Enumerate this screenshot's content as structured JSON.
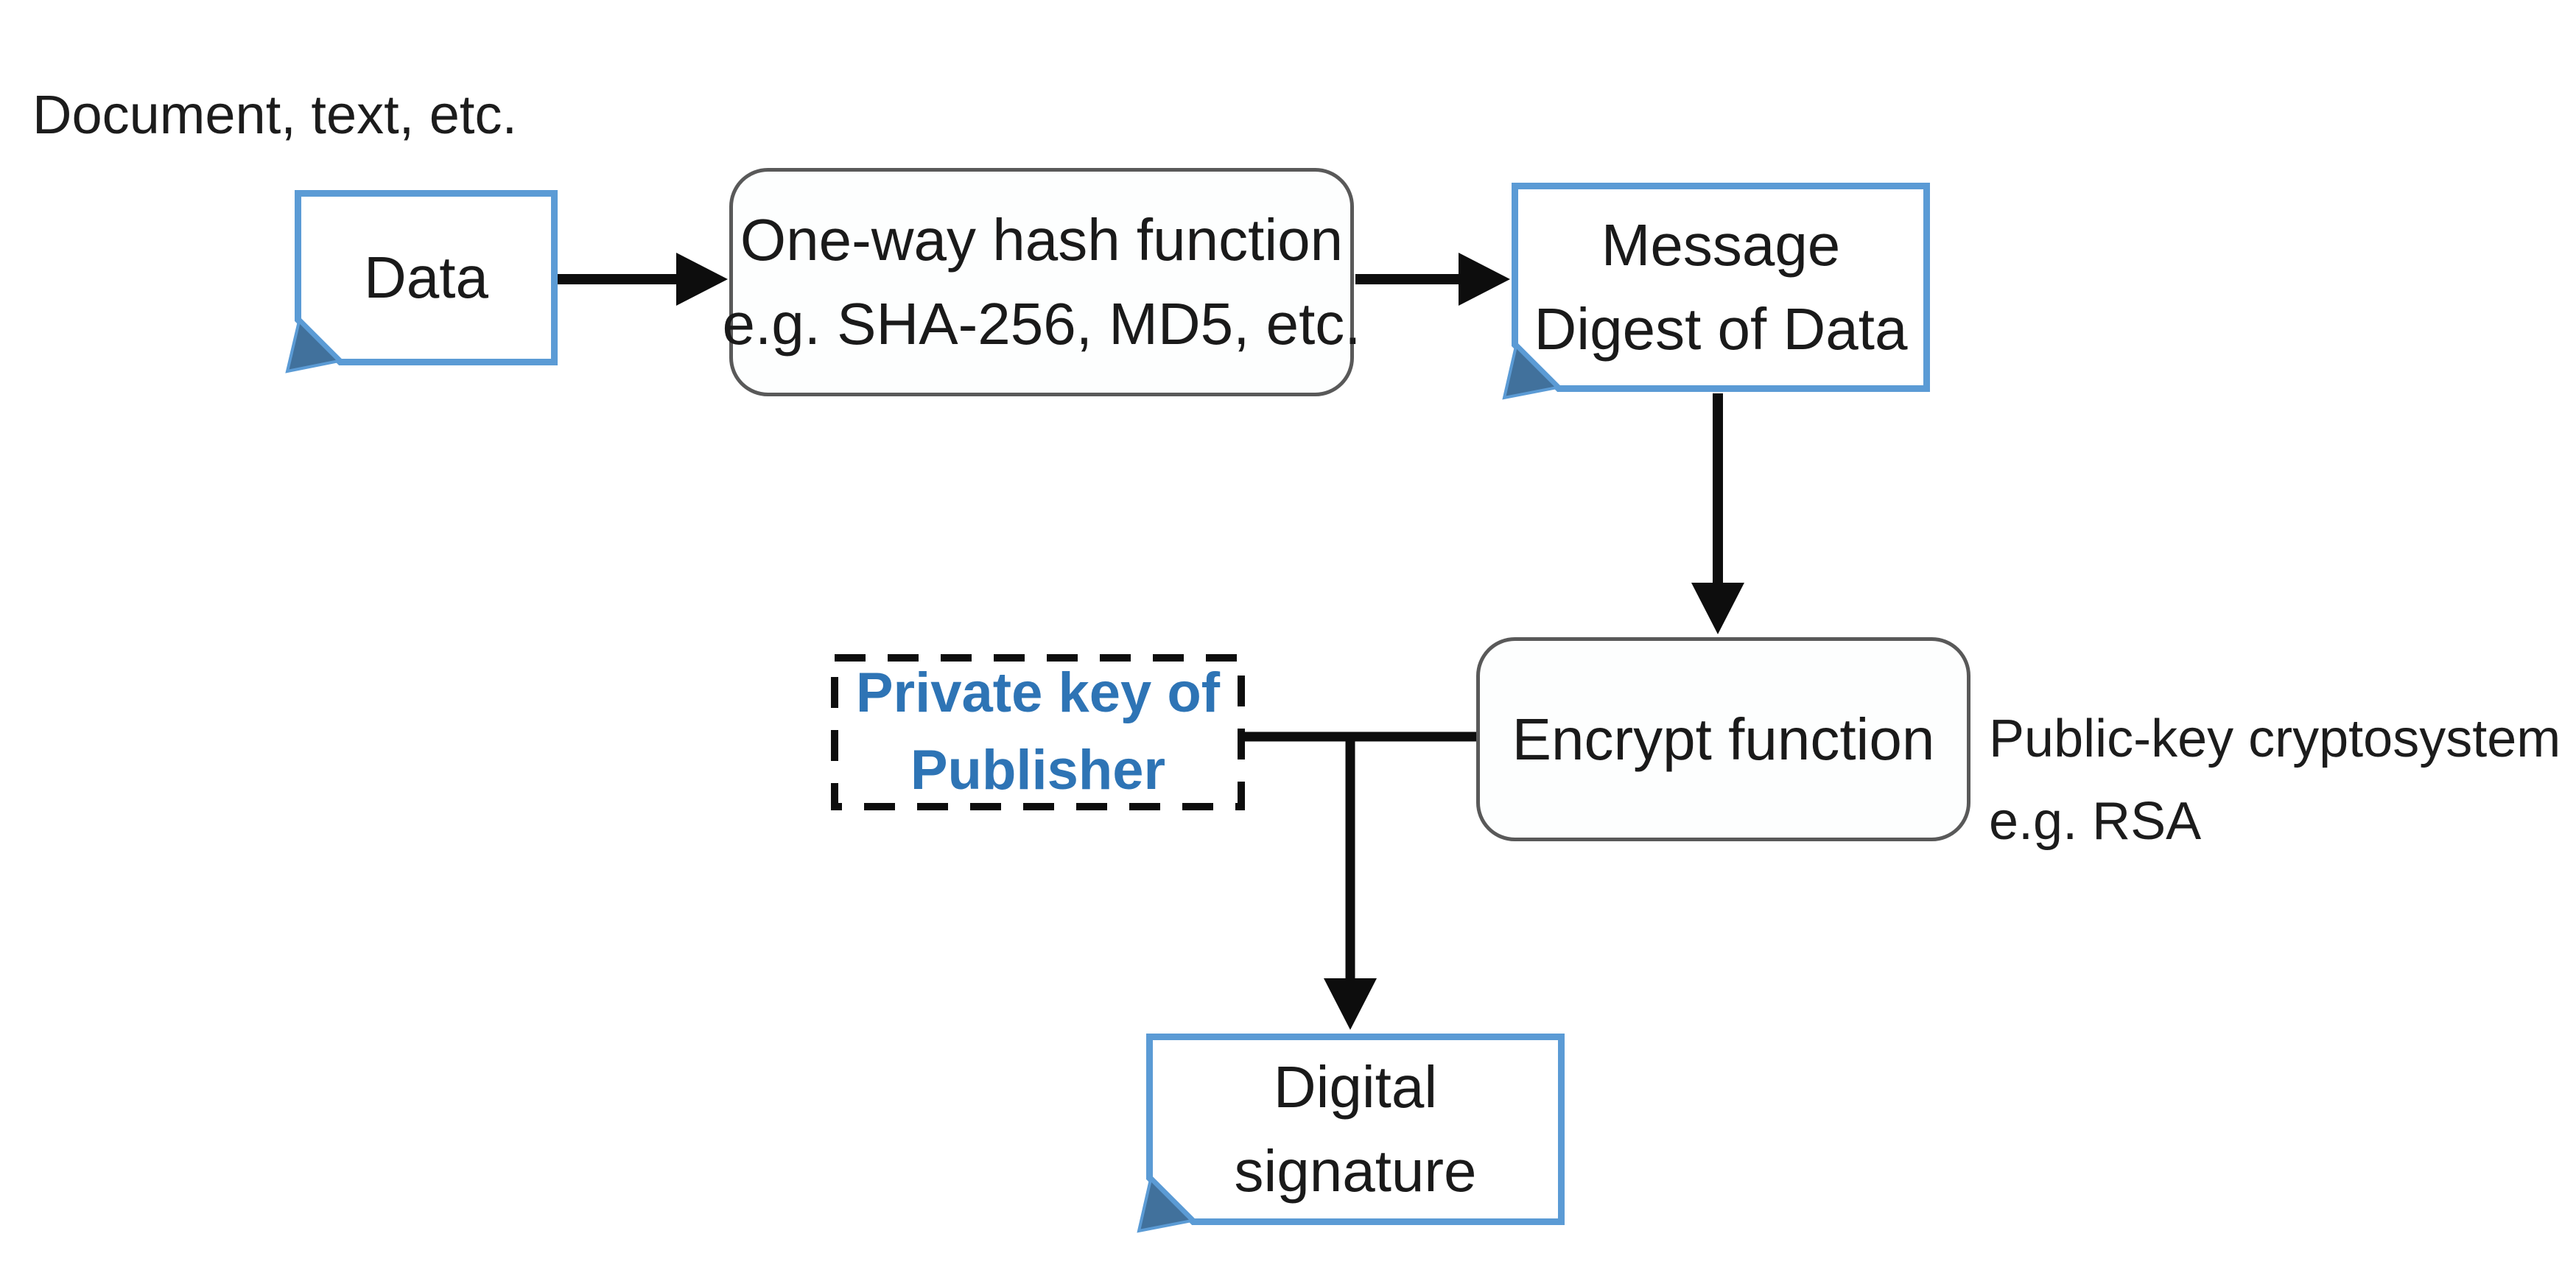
{
  "labels": {
    "top": "Document, text, etc.",
    "cryptosystem_line1": "Public-key cryptosystem",
    "cryptosystem_line2": "e.g. RSA"
  },
  "nodes": {
    "data": {
      "label": "Data"
    },
    "hash": {
      "line1": "One-way hash function",
      "line2": "e.g. SHA-256, MD5, etc."
    },
    "digest": {
      "line1": "Message",
      "line2": "Digest of Data"
    },
    "encrypt": {
      "label": "Encrypt function"
    },
    "private_key": {
      "line1": "Private key of",
      "line2": "Publisher"
    },
    "signature": {
      "line1": "Digital",
      "line2": "signature"
    }
  },
  "colors": {
    "document_shape_border": "#5b9bd5",
    "document_fold": "#41719c",
    "process_box_border": "#595959",
    "arrow_and_dash": "#0d0d0d",
    "private_key_text": "#2e74b5",
    "body_text": "#1a1a1a",
    "background": "#ffffff"
  }
}
